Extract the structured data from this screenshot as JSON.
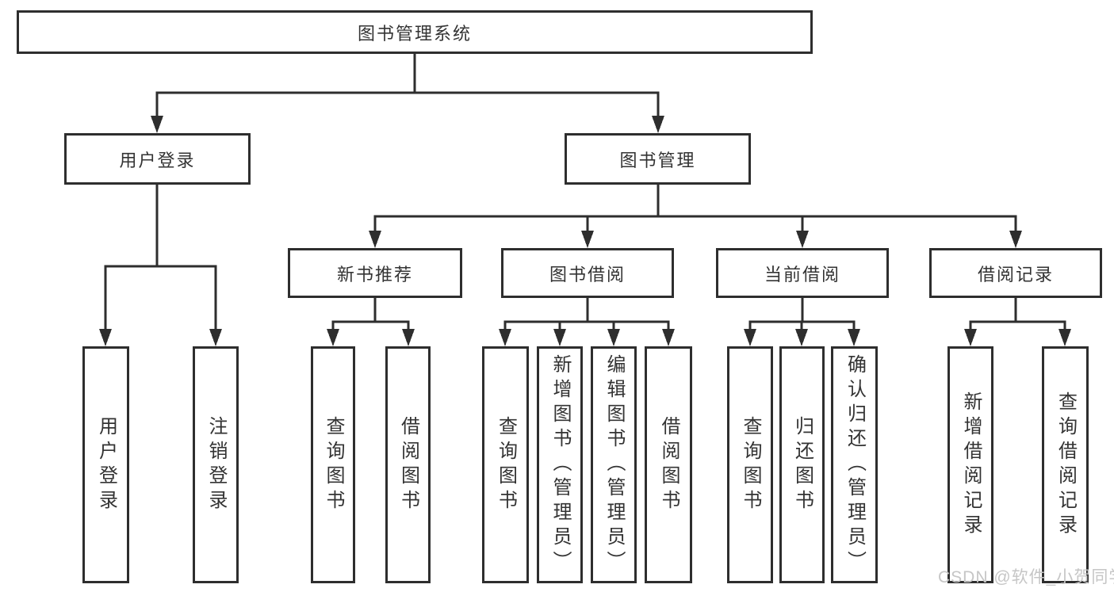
{
  "diagram": {
    "type": "tree-structure-chart",
    "colors": {
      "line": "#2e2e2e",
      "box_border": "#2e2e2e",
      "box_fill": "#ffffff",
      "text": "#333333",
      "watermark_text_color": "#c6c6c6",
      "background": "#ffffff"
    },
    "nodes": {
      "root": {
        "label": "图书管理系统"
      },
      "user_login": {
        "label": "用户登录"
      },
      "book_management": {
        "label": "图书管理"
      },
      "new_book_recommend": {
        "label": "新书推荐"
      },
      "book_borrow": {
        "label": "图书借阅"
      },
      "current_borrow": {
        "label": "当前借阅"
      },
      "borrow_records": {
        "label": "借阅记录"
      },
      "leaf_user_login": {
        "label": "用户登录"
      },
      "leaf_logout": {
        "label": "注销登录"
      },
      "leaf_query_books_1": {
        "label": "查询图书"
      },
      "leaf_borrow_books_1": {
        "label": "借阅图书"
      },
      "leaf_query_books_2": {
        "label": "查询图书"
      },
      "leaf_add_books_admin": {
        "label": "新增图书（管理员）"
      },
      "leaf_edit_books_admin": {
        "label": "编辑图书（管理员）"
      },
      "leaf_borrow_books_2": {
        "label": "借阅图书"
      },
      "leaf_query_books_3": {
        "label": "查询图书"
      },
      "leaf_return_books": {
        "label": "归还图书"
      },
      "leaf_confirm_return_admin": {
        "label": "确认归还（管理员）"
      },
      "leaf_add_borrow_record": {
        "label": "新增借阅记录"
      },
      "leaf_query_borrow_record": {
        "label": "查询借阅记录"
      }
    },
    "hierarchy": {
      "root": "图书管理系统",
      "children": [
        {
          "label": "用户登录",
          "children": [
            "用户登录",
            "注销登录"
          ]
        },
        {
          "label": "图书管理",
          "children": [
            {
              "label": "新书推荐",
              "children": [
                "查询图书",
                "借阅图书"
              ]
            },
            {
              "label": "图书借阅",
              "children": [
                "查询图书",
                "新增图书（管理员）",
                "编辑图书（管理员）",
                "借阅图书"
              ]
            },
            {
              "label": "当前借阅",
              "children": [
                "查询图书",
                "归还图书",
                "确认归还（管理员）"
              ]
            },
            {
              "label": "借阅记录",
              "children": [
                "新增借阅记录",
                "查询借阅记录"
              ]
            }
          ]
        }
      ]
    },
    "watermark": {
      "text": "CSDN @软件_小贺同学"
    }
  }
}
